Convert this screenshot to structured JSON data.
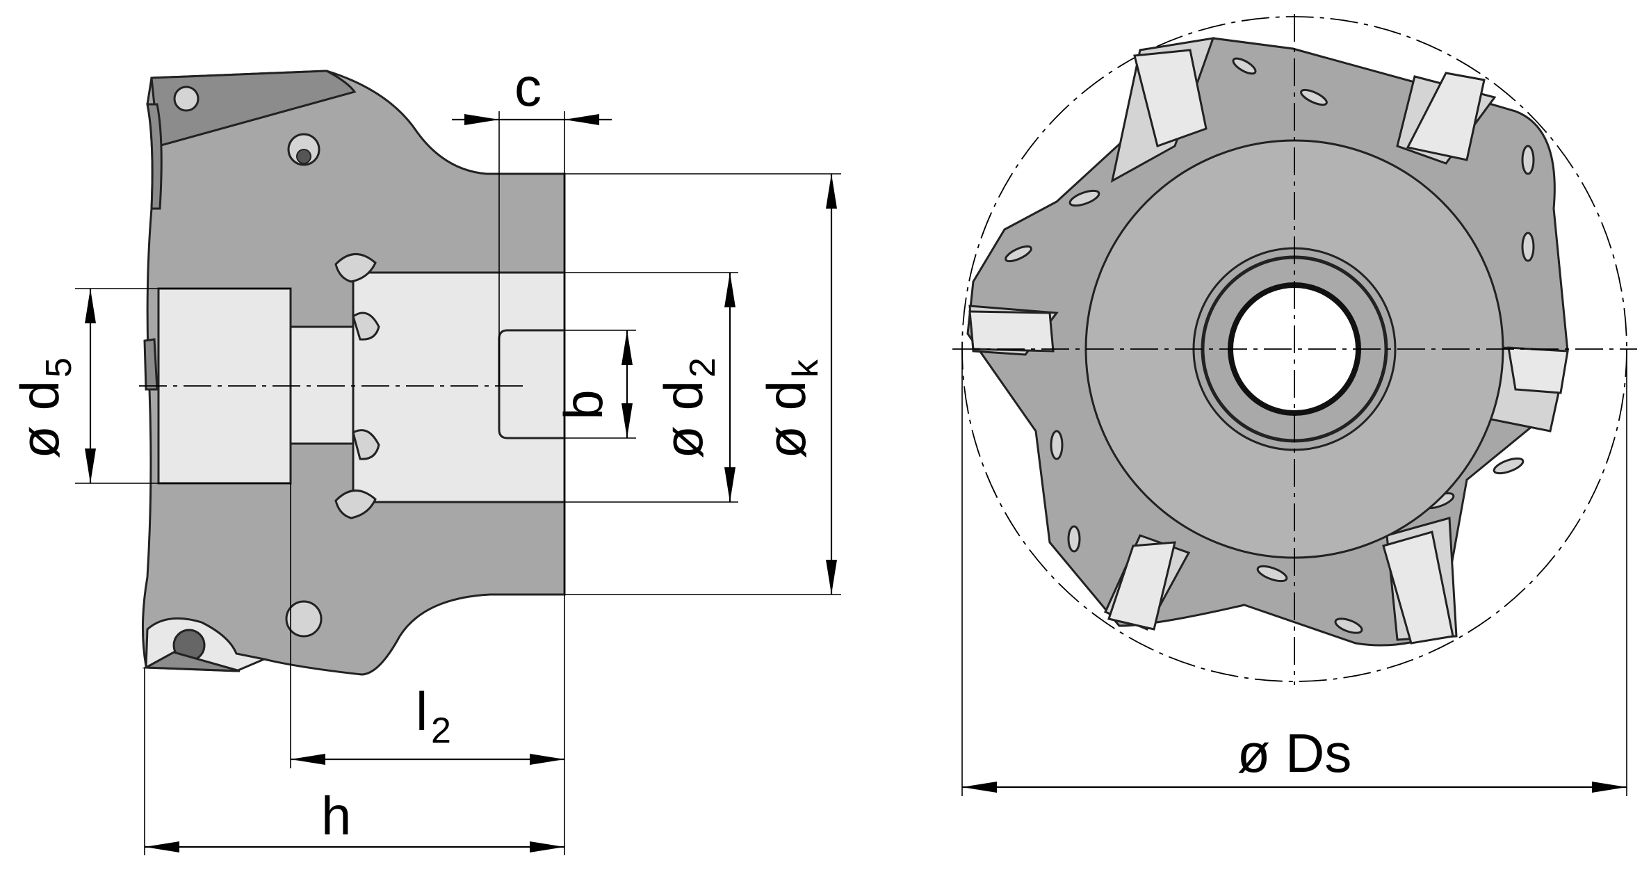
{
  "labels": {
    "c": "c",
    "b": "b",
    "d2_prefix": "ø d",
    "d2_sub": "2",
    "dk_prefix": "ø d",
    "dk_sub": "k",
    "d5_prefix": "ø d",
    "d5_sub": "5",
    "l2_main": "l",
    "l2_sub": "2",
    "h": "h",
    "Ds": "ø Ds"
  },
  "colors": {
    "body": "#a7a7a7",
    "face": "#d4d4d4",
    "insert": "#e8e8e8",
    "outline": "#222222"
  }
}
